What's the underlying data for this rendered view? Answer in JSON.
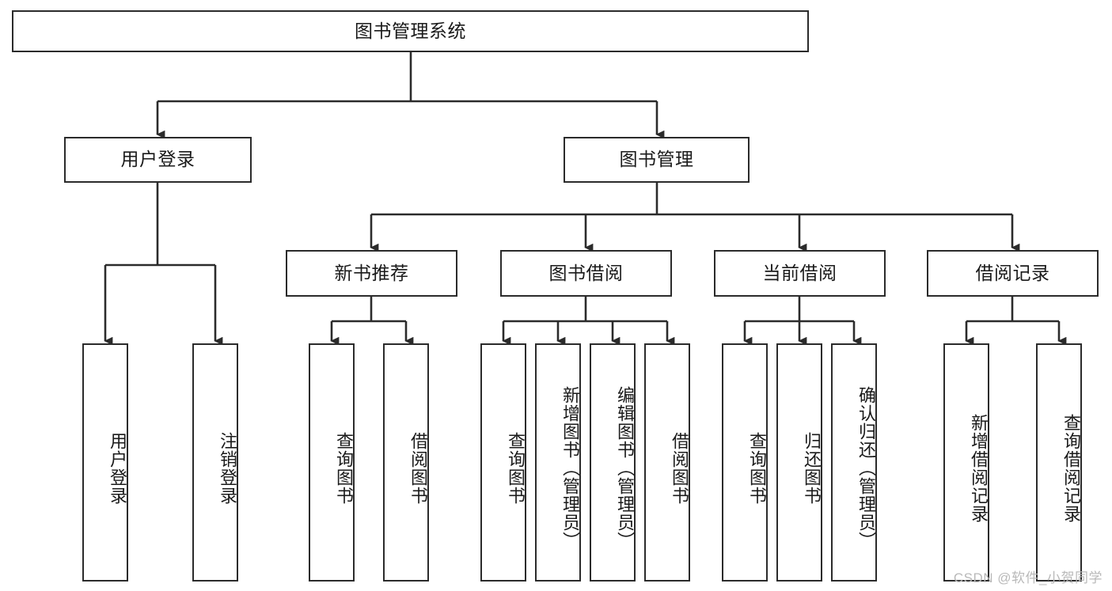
{
  "diagram": {
    "title": "图书管理系统",
    "type": "hierarchy-tree",
    "root": {
      "label": "图书管理系统"
    },
    "level2": [
      {
        "label": "用户登录"
      },
      {
        "label": "图书管理"
      }
    ],
    "level3": [
      {
        "label": "新书推荐"
      },
      {
        "label": "图书借阅"
      },
      {
        "label": "当前借阅"
      },
      {
        "label": "借阅记录"
      }
    ],
    "leaves": [
      {
        "label": "用户登录",
        "parent": "用户登录"
      },
      {
        "label": "注销登录",
        "parent": "用户登录"
      },
      {
        "label": "查询图书",
        "parent": "新书推荐"
      },
      {
        "label": "借阅图书",
        "parent": "新书推荐"
      },
      {
        "label": "查询图书",
        "parent": "图书借阅"
      },
      {
        "label": "新增图书（管理员）",
        "parent": "图书借阅"
      },
      {
        "label": "编辑图书（管理员）",
        "parent": "图书借阅"
      },
      {
        "label": "借阅图书",
        "parent": "图书借阅"
      },
      {
        "label": "查询图书",
        "parent": "当前借阅"
      },
      {
        "label": "归还图书",
        "parent": "当前借阅"
      },
      {
        "label": "确认归还（管理员）",
        "parent": "当前借阅"
      },
      {
        "label": "新增借阅记录",
        "parent": "借阅记录"
      },
      {
        "label": "查询借阅记录",
        "parent": "借阅记录"
      }
    ]
  },
  "watermark": {
    "text": "CSDN @软件_小贺同学"
  },
  "colors": {
    "stroke": "#2b2b2b",
    "fill": "#ffffff",
    "text": "#1a1a1a",
    "watermark": "#b9b9b9"
  }
}
